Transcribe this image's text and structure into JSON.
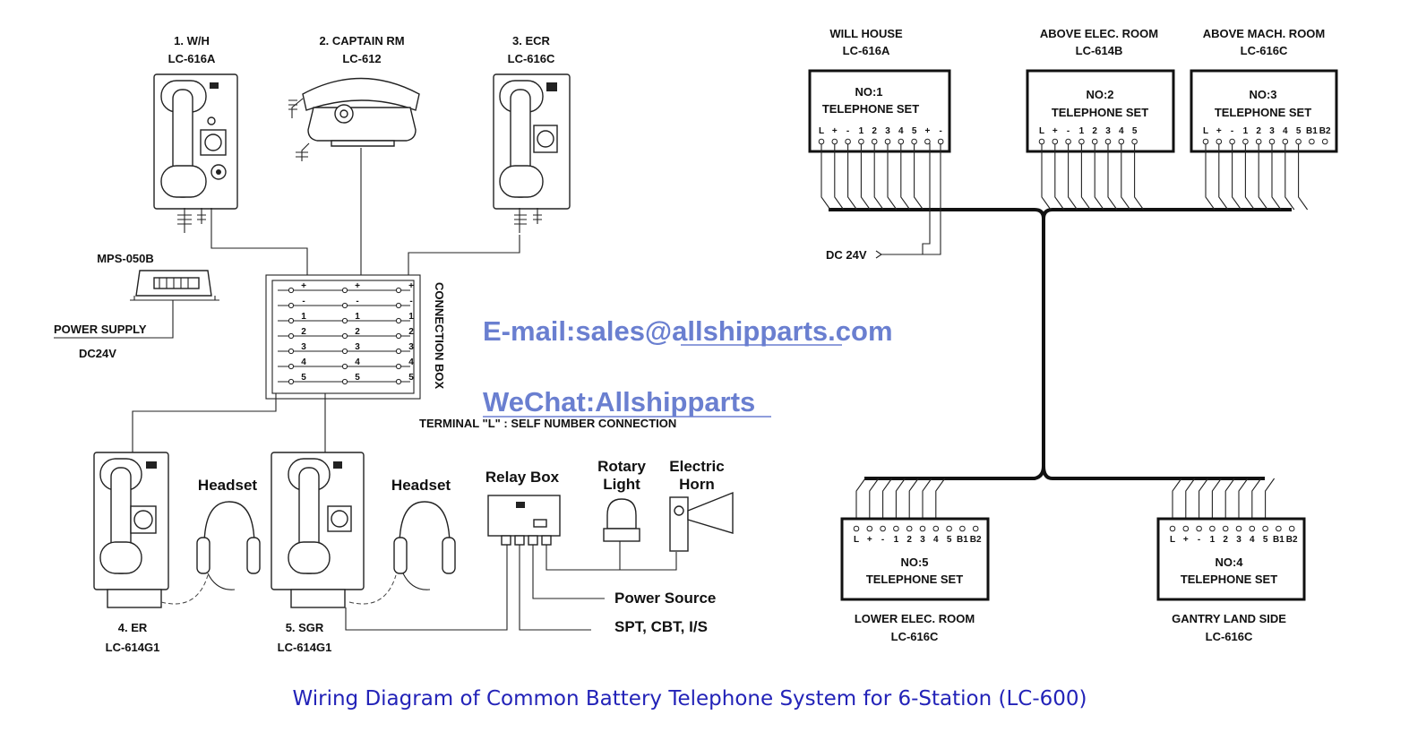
{
  "left": {
    "stations_top": [
      {
        "line1": "1. W/H",
        "line2": "LC-616A"
      },
      {
        "line1": "2. CAPTAIN RM",
        "line2": "LC-612"
      },
      {
        "line1": "3. ECR",
        "line2": "LC-616C"
      }
    ],
    "stations_bottom": [
      {
        "line1": "4. ER",
        "line2": "LC-614G1"
      },
      {
        "line1": "5. SGR",
        "line2": "LC-614G1"
      }
    ],
    "power_unit": "MPS-050B",
    "power_supply": "POWER SUPPLY",
    "power_voltage": "DC24V",
    "connection_box": "CONNECTION BOX",
    "terminal_note": "TERMINAL \"L\" : SELF NUMBER CONNECTION",
    "cb_terminals": [
      "+",
      "-",
      "1",
      "2",
      "3",
      "4",
      "5"
    ],
    "headset": "Headset",
    "relay_box": "Relay Box",
    "rotary_light": [
      "Rotary",
      "Light"
    ],
    "electric_horn": [
      "Electric",
      "Horn"
    ],
    "power_source": "Power Source",
    "spt": "SPT, CBT, I/S"
  },
  "watermark": {
    "email": "E-mail:sales@allshipparts.com",
    "wechat": "WeChat:Allshipparts"
  },
  "right": {
    "sets_top": [
      {
        "location": "WILL HOUSE",
        "model": "LC-616A",
        "no": "NO:1",
        "label": "TELEPHONE SET",
        "terminals": [
          "L",
          "+",
          "-",
          "1",
          "2",
          "3",
          "4",
          "5",
          "+",
          "-"
        ]
      },
      {
        "location": "ABOVE ELEC. ROOM",
        "model": "LC-614B",
        "no": "NO:2",
        "label": "TELEPHONE SET",
        "terminals": [
          "L",
          "+",
          "-",
          "1",
          "2",
          "3",
          "4",
          "5"
        ]
      },
      {
        "location": "ABOVE MACH. ROOM",
        "model": "LC-616C",
        "no": "NO:3",
        "label": "TELEPHONE SET",
        "terminals": [
          "L",
          "+",
          "-",
          "1",
          "2",
          "3",
          "4",
          "5",
          "B1",
          "B2"
        ]
      }
    ],
    "sets_bottom": [
      {
        "location": "LOWER ELEC. ROOM",
        "model": "LC-616C",
        "no": "NO:5",
        "label": "TELEPHONE SET",
        "terminals": [
          "L",
          "+",
          "-",
          "1",
          "2",
          "3",
          "4",
          "5",
          "B1",
          "B2"
        ]
      },
      {
        "location": "GANTRY LAND SIDE",
        "model": "LC-616C",
        "no": "NO:4",
        "label": "TELEPHONE SET",
        "terminals": [
          "L",
          "+",
          "-",
          "1",
          "2",
          "3",
          "4",
          "5",
          "B1",
          "B2"
        ]
      }
    ],
    "dc_label": "DC 24V"
  },
  "caption": "Wiring Diagram of Common Battery Telephone System for 6-Station (LC-600)"
}
